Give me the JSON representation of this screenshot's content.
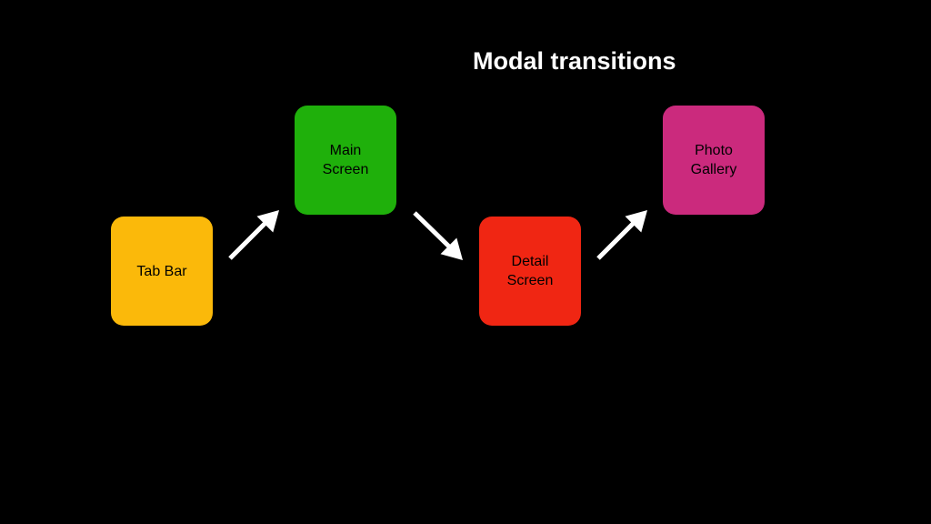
{
  "title": "Modal transitions",
  "nodes": {
    "tab_bar": {
      "label": "Tab Bar",
      "color": "#fbb90a"
    },
    "main_screen": {
      "label": "Main\nScreen",
      "color": "#1fb00b"
    },
    "detail_screen": {
      "label": "Detail\nScreen",
      "color": "#f02613"
    },
    "photo_gallery": {
      "label": "Photo\nGallery",
      "color": "#cb2a7d"
    }
  },
  "colors": {
    "background": "#000000",
    "arrow": "#ffffff",
    "title": "#ffffff"
  }
}
